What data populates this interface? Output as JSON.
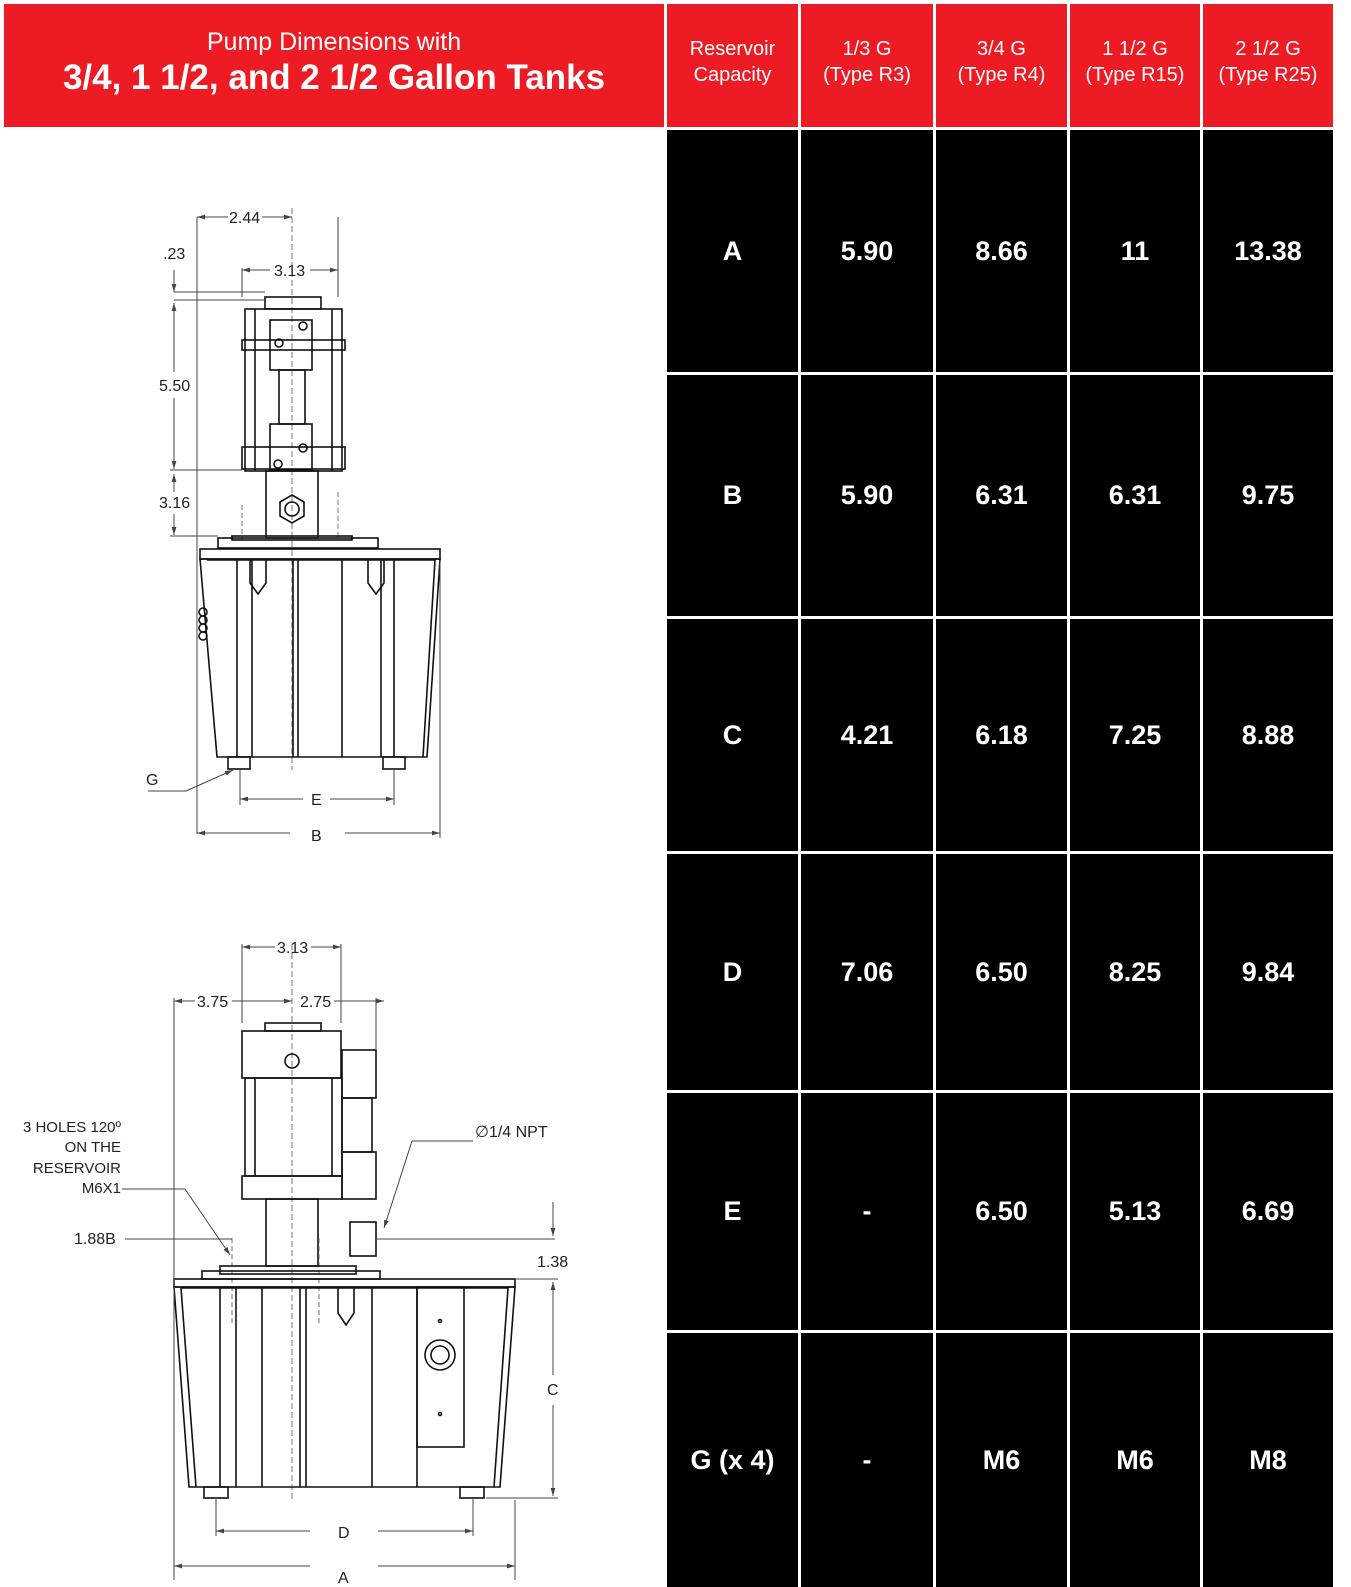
{
  "header": {
    "title_line1": "Pump Dimensions with",
    "title_line2": "3/4, 1 1/2, and 2 1/2 Gallon Tanks"
  },
  "table": {
    "columns": [
      {
        "line1": "Reservoir",
        "line2": "Capacity"
      },
      {
        "line1": "1/3 G",
        "line2": "(Type R3)"
      },
      {
        "line1": "3/4 G",
        "line2": "(Type R4)"
      },
      {
        "line1": "1 1/2 G",
        "line2": "(Type R15)"
      },
      {
        "line1": "2 1/2 G",
        "line2": "(Type R25)"
      }
    ],
    "rows": [
      [
        "A",
        "5.90",
        "8.66",
        "11",
        "13.38"
      ],
      [
        "B",
        "5.90",
        "6.31",
        "6.31",
        "9.75"
      ],
      [
        "C",
        "4.21",
        "6.18",
        "7.25",
        "8.88"
      ],
      [
        "D",
        "7.06",
        "6.50",
        "8.25",
        "9.84"
      ],
      [
        "E",
        "-",
        "6.50",
        "5.13",
        "6.69"
      ],
      [
        "G (x 4)",
        "-",
        "M6",
        "M6",
        "M8"
      ]
    ]
  },
  "drawing_top": {
    "dim_2_44": "2.44",
    "dim_023": ".23",
    "dim_3_13": "3.13",
    "dim_5_50": "5.50",
    "dim_3_16": "3.16",
    "label_g": "G",
    "label_e": "E",
    "label_b": "B"
  },
  "drawing_bottom": {
    "dim_3_13": "3.13",
    "dim_3_75": "3.75",
    "dim_2_75": "2.75",
    "holes_line1": "3 HOLES 120º",
    "holes_line2": "ON THE",
    "holes_line3": "RESERVOIR",
    "holes_line4": "M6X1",
    "npt": "∅1/4 NPT",
    "dim_1_88b": "1.88B",
    "dim_1_38": "1.38",
    "label_c": "C",
    "label_d": "D",
    "label_a": "A"
  }
}
